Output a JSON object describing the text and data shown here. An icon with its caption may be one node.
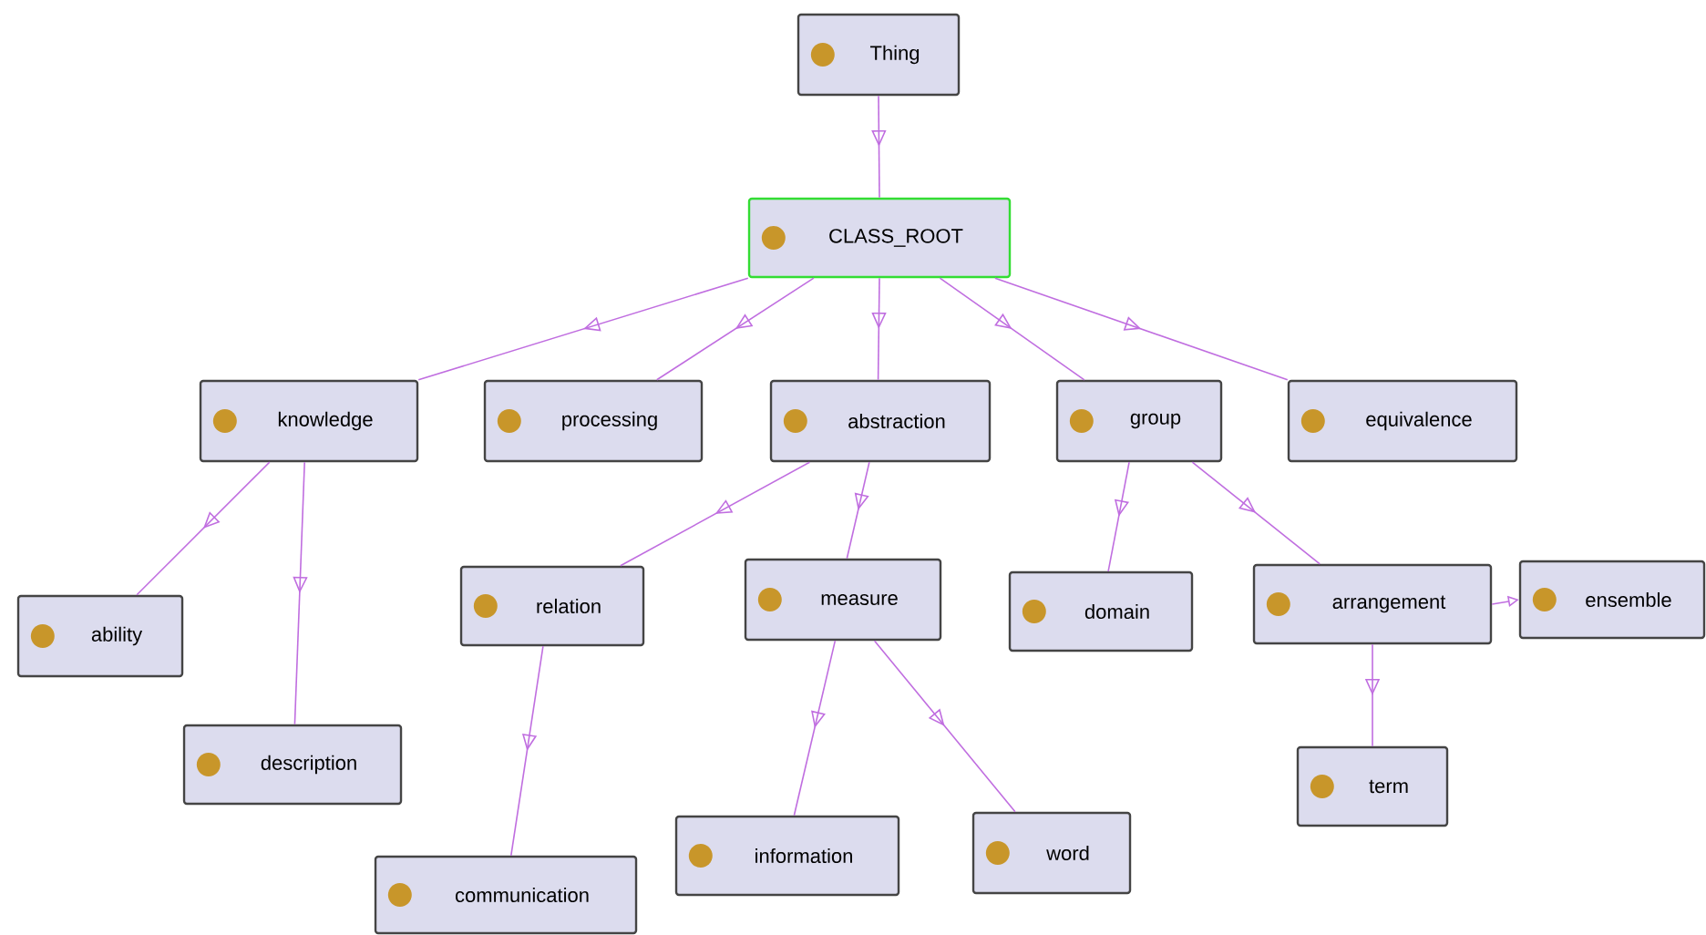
{
  "diagram": {
    "nodes": [
      {
        "text": [
          "Thing"
        ]
      },
      {
        "text": [
          "CLASS_ROOT"
        ]
      },
      {
        "text": [
          "knowledge"
        ]
      },
      {
        "text": [
          "processing"
        ]
      },
      {
        "text": [
          "abstraction"
        ]
      },
      {
        "text": [
          "group"
        ]
      },
      {
        "text": [
          "equivalence"
        ]
      },
      {
        "text": [
          "ability"
        ]
      },
      {
        "text": [
          "description"
        ]
      },
      {
        "text": [
          "relation"
        ]
      },
      {
        "text": [
          "measure"
        ]
      },
      {
        "text": [
          "domain"
        ]
      },
      {
        "text": [
          "arrangement"
        ]
      },
      {
        "text": [
          "ensemble"
        ]
      },
      {
        "text": [
          "communication"
        ]
      },
      {
        "text": [
          "information"
        ]
      },
      {
        "text": [
          "word"
        ]
      },
      {
        "text": [
          "term"
        ]
      }
    ],
    "edges": [
      {
        "from": 0,
        "to": 1,
        "arrow": "to"
      },
      {
        "from": 1,
        "to": 2,
        "arrow": "to"
      },
      {
        "from": 1,
        "to": 3,
        "arrow": "to"
      },
      {
        "from": 1,
        "to": 4,
        "arrow": "to"
      },
      {
        "from": 1,
        "to": 5,
        "arrow": "to"
      },
      {
        "from": 1,
        "to": 6,
        "arrow": "to"
      },
      {
        "from": 2,
        "to": 7,
        "arrow": "to"
      },
      {
        "from": 2,
        "to": 8,
        "arrow": "to"
      },
      {
        "from": 4,
        "to": 9,
        "arrow": "to"
      },
      {
        "from": 4,
        "to": 10,
        "arrow": "to"
      },
      {
        "from": 5,
        "to": 11,
        "arrow": "to"
      },
      {
        "from": 5,
        "to": 12,
        "arrow": "to"
      },
      {
        "from": 9,
        "to": 14,
        "arrow": "to"
      },
      {
        "from": 10,
        "to": 15,
        "arrow": "to"
      },
      {
        "from": 10,
        "to": 16,
        "arrow": "to"
      },
      {
        "from": 12,
        "to": 13,
        "arrow": "to"
      },
      {
        "from": 12,
        "to": 17,
        "arrow": "to"
      }
    ]
  }
}
